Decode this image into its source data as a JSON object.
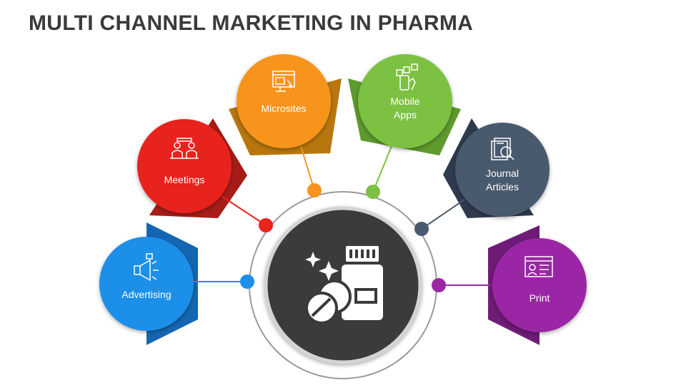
{
  "title": "MULTI CHANNEL MARKETING IN PHARMA",
  "center": {
    "icon": "pill-bottle-and-tablets-icon"
  },
  "channels": [
    {
      "label": "Advertising",
      "lines": [
        "Advertising"
      ],
      "color": "#1E8FE8",
      "shade": "#1466B3",
      "icon": "megaphone-icon"
    },
    {
      "label": "Meetings",
      "lines": [
        "Meetings"
      ],
      "color": "#E8241C",
      "shade": "#A71C17",
      "icon": "meeting-people-icon"
    },
    {
      "label": "Microsites",
      "lines": [
        "Microsites"
      ],
      "color": "#F7941D",
      "shade": "#B8770E",
      "icon": "website-monitor-icon"
    },
    {
      "label": "Mobile Apps",
      "lines": [
        "Mobile",
        "Apps"
      ],
      "color": "#7CC142",
      "shade": "#5E9A2E",
      "icon": "mobile-apps-icon"
    },
    {
      "label": "Journal Articles",
      "lines": [
        "Journal",
        "Articles"
      ],
      "color": "#4A5A6E",
      "shade": "#2E3B4E",
      "icon": "journal-search-icon"
    },
    {
      "label": "Print",
      "lines": [
        "Print"
      ],
      "color": "#9B27A5",
      "shade": "#6E1C77",
      "icon": "printed-profile-icon"
    }
  ]
}
